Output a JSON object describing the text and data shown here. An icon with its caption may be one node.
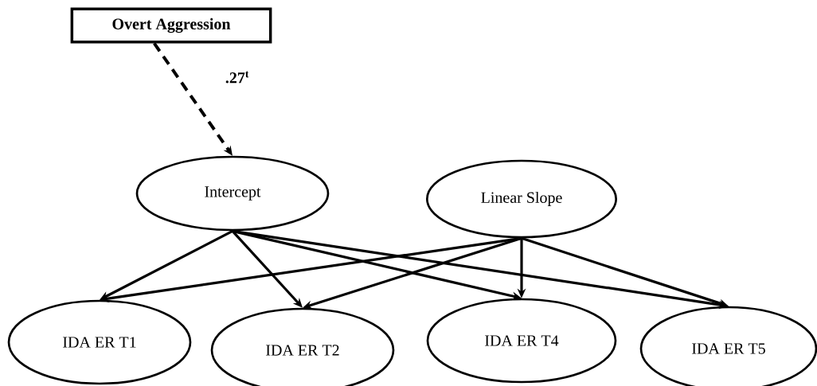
{
  "diagram": {
    "nodes": [
      {
        "text": [
          "Overt Aggression"
        ]
      },
      {
        "text": [
          "Intercept"
        ]
      },
      {
        "text": [
          "Linear Slope"
        ]
      },
      {
        "text": [
          "IDA ER T1"
        ]
      },
      {
        "text": [
          "IDA ER T2"
        ]
      },
      {
        "text": [
          "IDA ER T4"
        ]
      },
      {
        "text": [
          "IDA ER T5"
        ]
      }
    ],
    "edges": [
      {
        "from": 0,
        "to": 1,
        "arrow": "to",
        "label": ".27$^{t}$",
        "style": "dashed"
      },
      {
        "from": 1,
        "to": 3,
        "arrow": "to"
      },
      {
        "from": 1,
        "to": 4,
        "arrow": "to"
      },
      {
        "from": 1,
        "to": 5,
        "arrow": "to"
      },
      {
        "from": 1,
        "to": 6,
        "arrow": "to"
      },
      {
        "from": 2,
        "to": 3,
        "arrow": "to"
      },
      {
        "from": 2,
        "to": 4,
        "arrow": "to"
      },
      {
        "from": 2,
        "to": 5,
        "arrow": "to"
      },
      {
        "from": 2,
        "to": 6,
        "arrow": "to"
      }
    ]
  }
}
